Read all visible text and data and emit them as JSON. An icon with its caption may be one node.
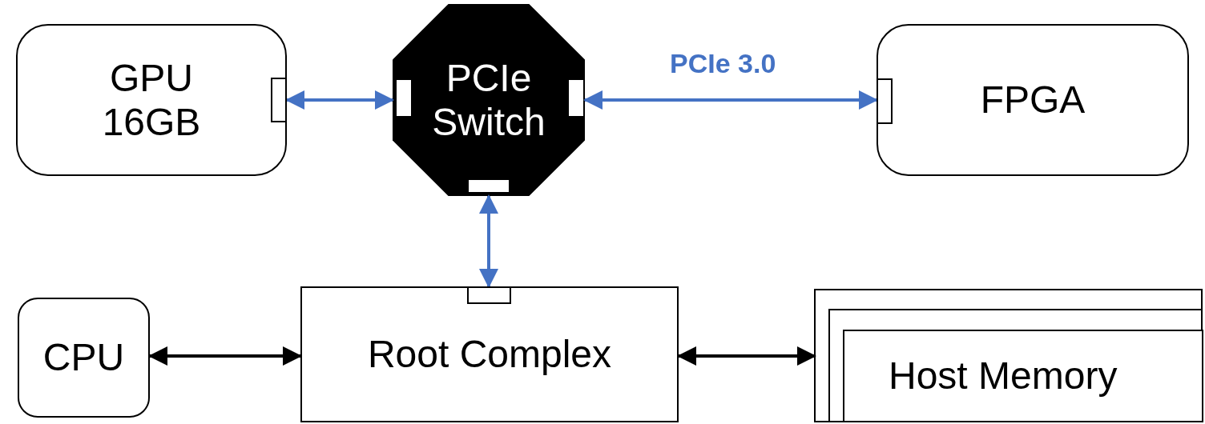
{
  "diagram": {
    "nodes": [
      {
        "text": [
          "GPU 16GB"
        ]
      },
      {
        "text": [
          "PCIe Switch"
        ]
      },
      {
        "text": [
          "FPGA"
        ]
      },
      {
        "text": [
          "CPU"
        ]
      },
      {
        "text": [
          "Root Complex"
        ]
      },
      {
        "text": [
          "Host Memory"
        ]
      }
    ],
    "edges": [
      {
        "from": 0,
        "to": 1,
        "arrow": "both"
      },
      {
        "from": 1,
        "to": 2,
        "arrow": "both",
        "label": "PCIe 3.0"
      },
      {
        "from": 1,
        "to": 4,
        "arrow": "both"
      },
      {
        "from": 3,
        "to": 4,
        "arrow": "both",
        "color": "#000000"
      },
      {
        "from": 4,
        "to": 5,
        "arrow": "both",
        "color": "#000000"
      }
    ]
  }
}
